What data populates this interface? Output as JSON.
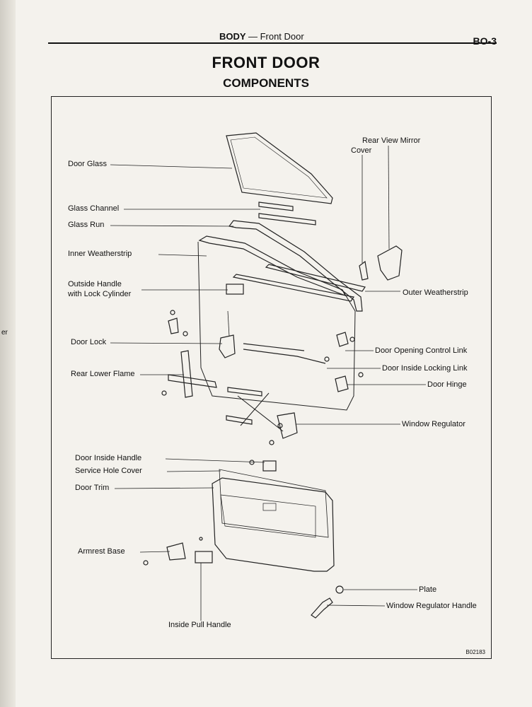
{
  "header": {
    "section": "BODY",
    "separator": "—",
    "subsection": "Front Door",
    "page_number": "BO-3"
  },
  "title": "FRONT DOOR",
  "subtitle": "COMPONENTS",
  "figure_code": "B02183",
  "margin_mark": "er",
  "labels": {
    "door_glass": "Door Glass",
    "glass_channel": "Glass Channel",
    "glass_run": "Glass Run",
    "inner_weatherstrip": "Inner Weatherstrip",
    "outside_handle_1": "Outside Handle",
    "outside_handle_2": "with Lock Cylinder",
    "door_lock": "Door Lock",
    "rear_lower_flame": "Rear Lower Flame",
    "door_inside_handle": "Door Inside Handle",
    "service_hole_cover": "Service Hole Cover",
    "door_trim": "Door Trim",
    "armrest_base": "Armrest Base",
    "inside_pull_handle": "Inside Pull Handle",
    "rear_view_mirror": "Rear View Mirror",
    "cover": "Cover",
    "outer_weatherstrip": "Outer Weatherstrip",
    "door_opening_control_link": "Door Opening Control Link",
    "door_inside_locking_link": "Door Inside Locking Link",
    "door_hinge": "Door Hinge",
    "window_regulator": "Window Regulator",
    "plate": "Plate",
    "window_regulator_handle": "Window Regulator Handle"
  }
}
